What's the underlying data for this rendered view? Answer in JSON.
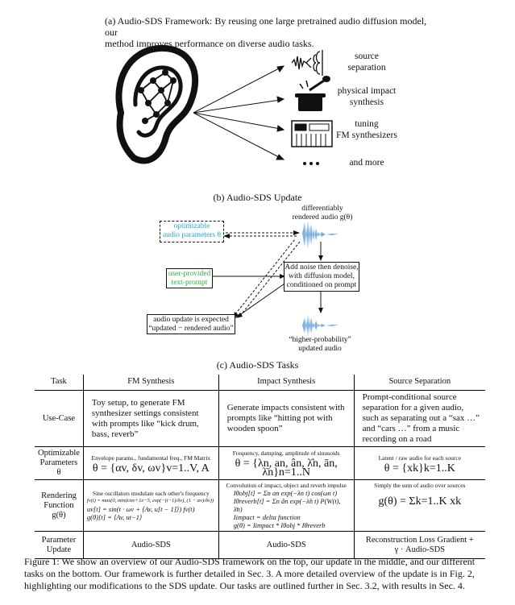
{
  "section_a": {
    "title_line1": "(a) Audio-SDS Framework: By reusing one large pretrained audio diffusion model, our",
    "title_line2": "method improves performance on diverse audio tasks.",
    "tasks": [
      {
        "line1": "source",
        "line2": "separation",
        "icon": "waveform-split-icon"
      },
      {
        "line1": "physical impact",
        "line2": "synthesis",
        "icon": "pot-hammer-icon"
      },
      {
        "line1": "tuning",
        "line2": "FM synthesizers",
        "icon": "synthesizer-keyboard-icon"
      },
      {
        "line1": "and more",
        "line2": "",
        "icon": "ellipsis-icon"
      }
    ]
  },
  "section_b": {
    "title": "(b) Audio-SDS Update",
    "rendered_line1": "differentiably",
    "rendered_line2": "rendered audio g(θ)",
    "params_line1": "optimizable",
    "params_line2": "audio parameters θ",
    "prompt_line1": "user-provided",
    "prompt_line2": "text-prompt",
    "denoise_line1": "Add noise then denoise,",
    "denoise_line2": "with diffusion model,",
    "denoise_line3": "conditioned on prompt",
    "update_line1": "audio update is expected",
    "update_line2": "“updated − rendered audio”",
    "hp_line1": "“higher-probability”",
    "hp_line2": "updated audio",
    "colors": {
      "params": "#2aa6d6",
      "prompt": "#2bb33a",
      "wave": "#7fb2df"
    }
  },
  "section_c": {
    "title": "(c) Audio-SDS Tasks",
    "headers": [
      "Task",
      "FM Synthesis",
      "Impact Synthesis",
      "Source Separation"
    ],
    "rows": {
      "usecase": {
        "label": "Use-Case",
        "fm": "Toy setup, to generate FM synthesizer settings consistent with prompts like “kick drum, bass, reverb”",
        "impact": "Generate impacts consistent with prompts like “hitting pot with wooden spoon”",
        "sep": "Prompt-conditional source separation for a given audio, such as separating out a “sax …” and “cars …” from a music recording on a road"
      },
      "params": {
        "label1": "Optimizable",
        "label2": "Parameters θ",
        "fm_desc": "Envelope params., fundamental freq., FM Matrix",
        "fm_eq": "θ = {αv, δv, ωv}v=1..V, A",
        "impact_desc": "Frequency, damping, amplitude of sinusoids",
        "impact_eq": "θ = {λn, an, ân, λ̂n, ān, λ̄n}n=1..N",
        "sep_desc": "Latent / raw audio for each source",
        "sep_eq": "θ = {xk}k=1..K"
      },
      "render": {
        "label1": "Rendering",
        "label2": "Function g(θ)",
        "fm_desc": "Sine oscillators modulate each other's frequency",
        "fm_eq1": "fv(t) = max(0, min(t/αv+1e−5, exp(−(t−1)/δv), (1 − αv)/δv))",
        "fm_eq2": "uv[t] = sin(t · ωv + ⟨Av, u[t − 1]⟩) fv(t)",
        "fm_eq3": "g(θ)[t] = ⟨Av, ut−1⟩",
        "impact_desc": "Convolution of impact, object and reverb impulse",
        "impact_eq1": "Iθobj[t] = Σn an exp(−λn t) cos(ωn t)",
        "impact_eq2": "Iθreverb[t] = Σn ân exp(−λ̂n t) P(W(t), λ̄n)",
        "impact_eq3": "Iimpact = delta function",
        "impact_eq4": "g(θ) = Iimpact * Iθobj * Iθreverb",
        "sep_desc": "Simply the sum of audio over sources",
        "sep_eq": "g(θ) = Σk=1..K xk"
      },
      "update": {
        "label1": "Parameter",
        "label2": "Update",
        "fm": "Audio-SDS",
        "impact": "Audio-SDS",
        "sep1": "Reconstruction Loss Gradient +",
        "sep2": "γ · Audio-SDS"
      }
    }
  },
  "caption": "Figure 1: We show an overview of our Audio-SDS framework on the top, our update in the middle, and our different tasks on the bottom. Our framework is further detailed in Sec. 3. A more detailed overview of the update is in Fig. 2, highlighting our modifications to the SDS update. Our tasks are outlined further in Sec. 3.2, with results in Sec. 4."
}
